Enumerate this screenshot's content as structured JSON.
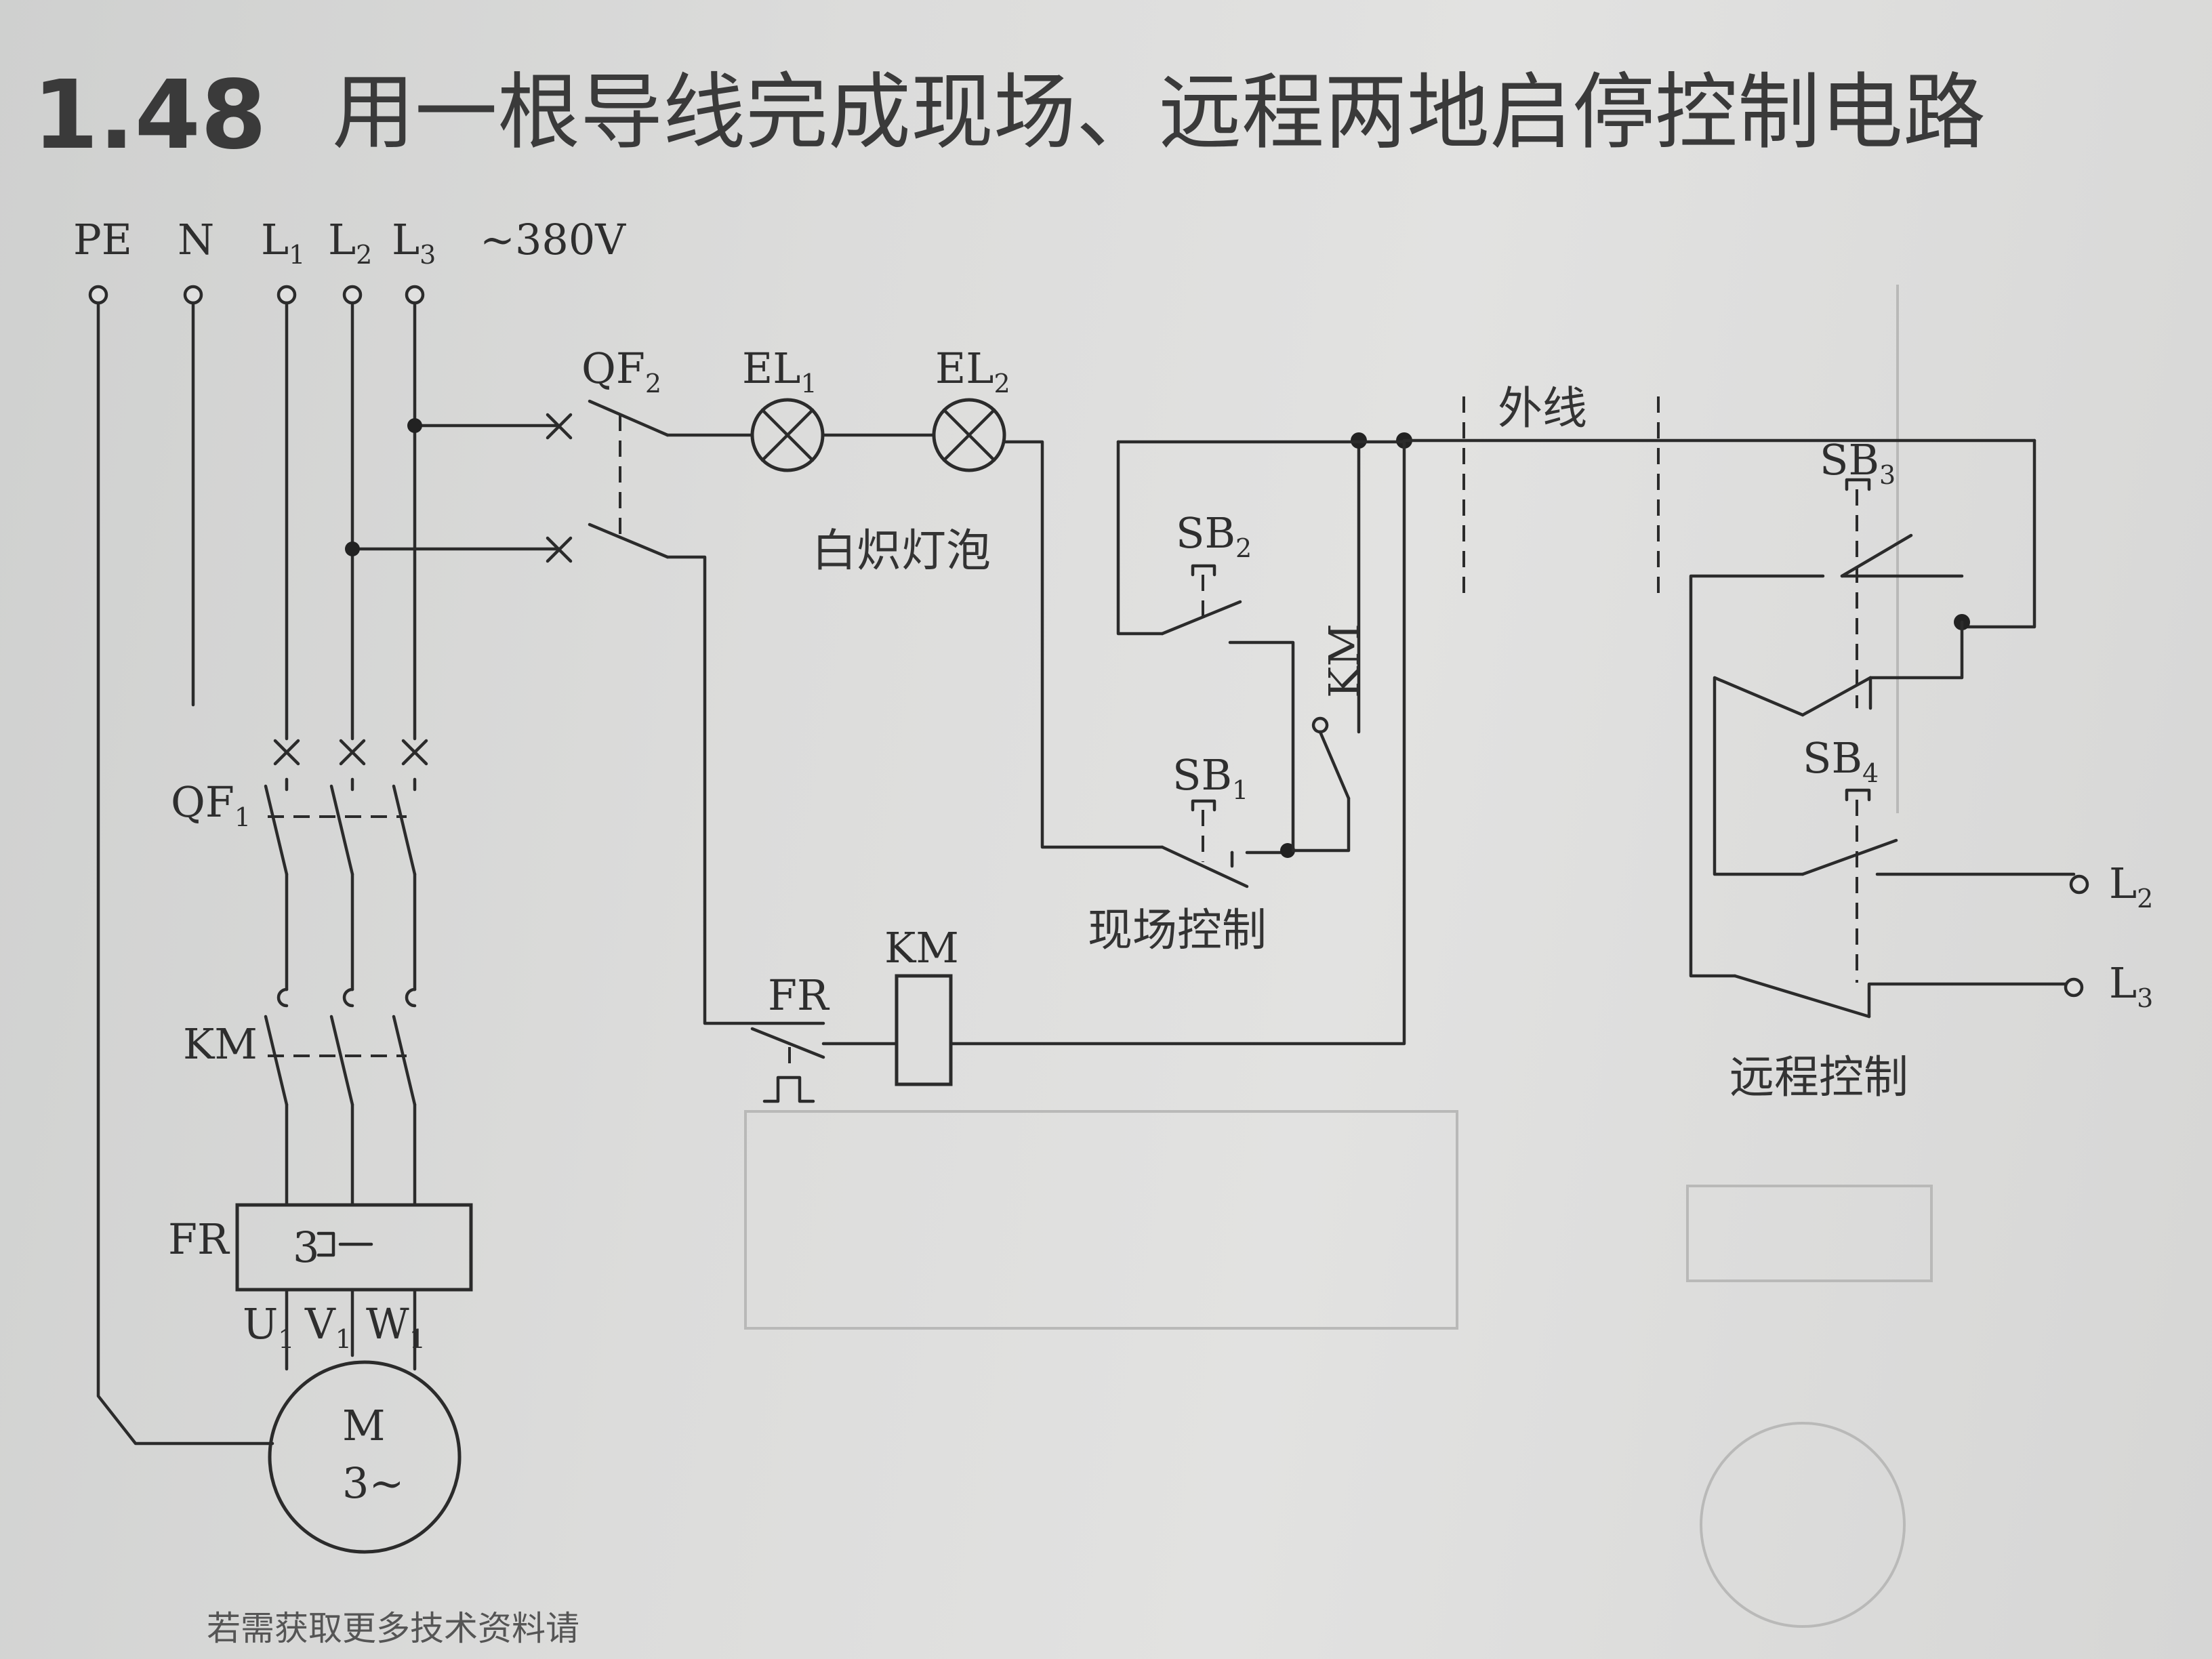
{
  "heading": {
    "number": "1.48",
    "title": "用一根导线完成现场、远程两地启停控制电路"
  },
  "supply": {
    "pe": "PE",
    "n": "N",
    "l1": "L",
    "l1_sub": "1",
    "l2": "L",
    "l2_sub": "2",
    "l3": "L",
    "l3_sub": "3",
    "voltage": "~380V"
  },
  "labels": {
    "qf1": "QF",
    "qf1_sub": "1",
    "qf2": "QF",
    "qf2_sub": "2",
    "el1": "EL",
    "el1_sub": "1",
    "el2": "EL",
    "el2_sub": "2",
    "lamp_caption": "白炽灯泡",
    "outer_wire": "外线",
    "sb1": "SB",
    "sb1_sub": "1",
    "sb2": "SB",
    "sb2_sub": "2",
    "sb3": "SB",
    "sb3_sub": "3",
    "sb4": "SB",
    "sb4_sub": "4",
    "km_main": "KM",
    "km_coil": "KM",
    "km_aux": "KM",
    "fr_main": "FR",
    "fr_contact": "FR",
    "fr_box_number": "3",
    "u1": "U",
    "u1_sub": "1",
    "v1": "V",
    "v1_sub": "1",
    "w1": "W",
    "w1_sub": "1",
    "motor_m": "M",
    "motor_phase": "3~",
    "local_control": "现场控制",
    "remote_control": "远程控制",
    "remote_l2": "L",
    "remote_l2_sub": "2",
    "remote_l3": "L",
    "remote_l3_sub": "3"
  },
  "footer": {
    "text": "若需获取更多技术资料请"
  }
}
